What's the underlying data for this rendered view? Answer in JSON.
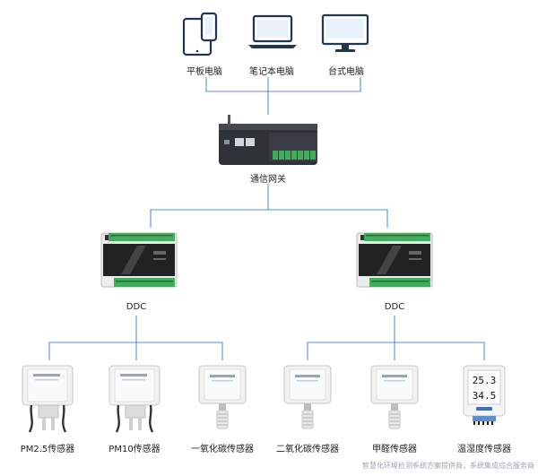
{
  "terminals": [
    {
      "label": "平板电脑",
      "icon": "tablet-phone-icon"
    },
    {
      "label": "笔记本电脑",
      "icon": "laptop-icon"
    },
    {
      "label": "台式电脑",
      "icon": "desktop-monitor-icon"
    }
  ],
  "gateway": {
    "label": "通信网关",
    "icon": "gateway-device-icon"
  },
  "controllers": [
    {
      "label": "DDC",
      "icon": "ddc-controller-icon"
    },
    {
      "label": "DDC",
      "icon": "ddc-controller-icon"
    }
  ],
  "sensors": [
    {
      "label": "PM2.5传感器",
      "icon": "pm25-sensor-icon"
    },
    {
      "label": "PM10传感器",
      "icon": "pm10-sensor-icon"
    },
    {
      "label": "一氧化碳传感器",
      "icon": "co-sensor-icon"
    },
    {
      "label": "二氧化碳传感器",
      "icon": "co2-sensor-icon"
    },
    {
      "label": "甲醛传感器",
      "icon": "formaldehyde-sensor-icon"
    },
    {
      "label": "温湿度传感器",
      "icon": "temp-humidity-sensor-icon"
    }
  ],
  "display_readings": {
    "top": "25.3",
    "bottom": "34.5"
  },
  "watermark": "智慧化环境检测系统方案提供商，系统集成综合服务商",
  "colors": {
    "connector": "#5a8fcf",
    "terminal_green": "#3fae5a",
    "device_dark": "#2f3338"
  }
}
